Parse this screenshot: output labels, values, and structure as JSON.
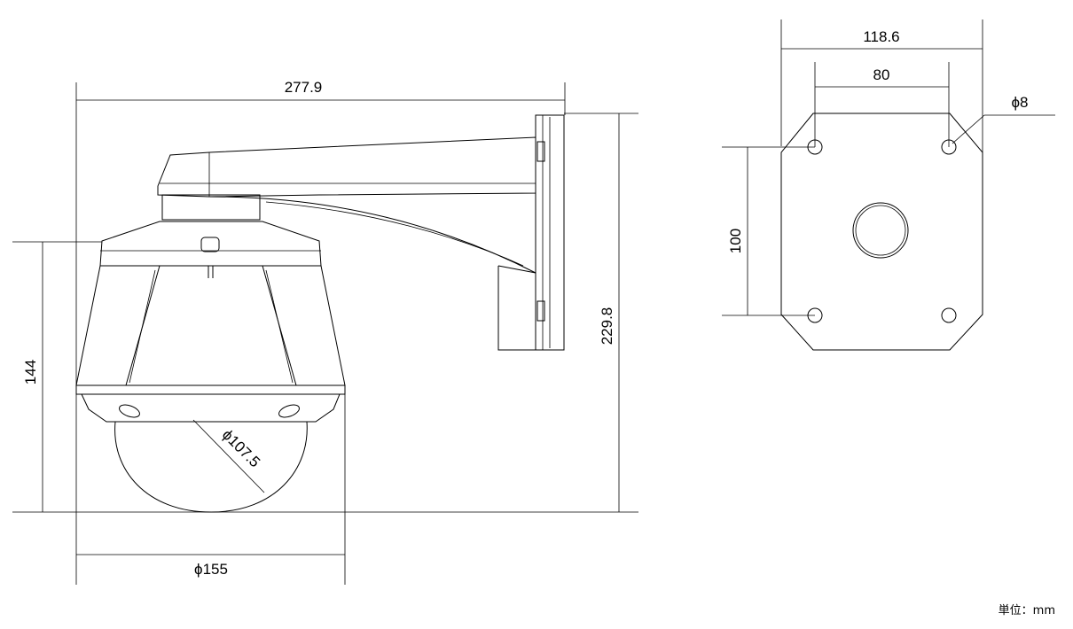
{
  "dimensions": {
    "total_width": "277.9",
    "total_height": "229.8",
    "camera_height": "144",
    "camera_diameter": "ϕ155",
    "dome_diameter": "ϕ107.5",
    "plate_width": "118.6",
    "hole_spacing_horizontal": "80",
    "hole_spacing_vertical": "100",
    "hole_diameter": "ϕ8"
  },
  "unit_label": "単位：mm"
}
